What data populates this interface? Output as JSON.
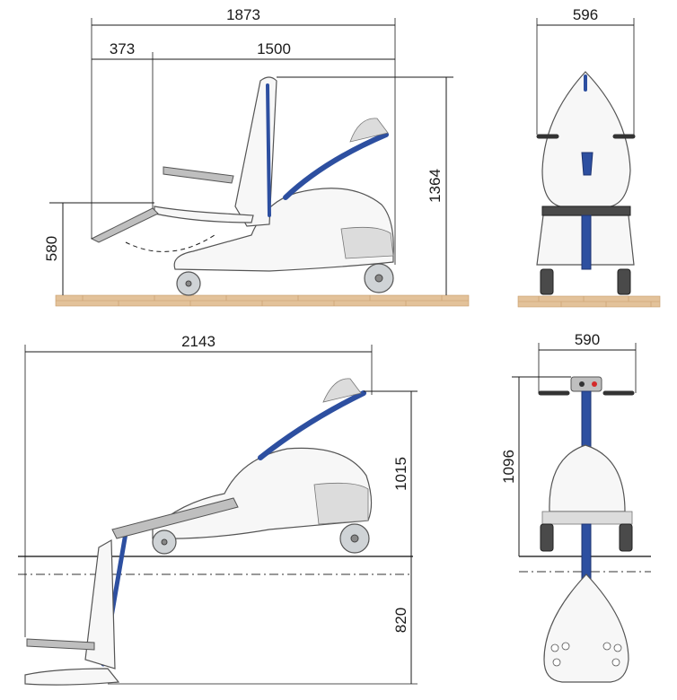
{
  "dimensions": {
    "side_total_length": "1873",
    "side_footrest_length": "373",
    "side_body_length": "1500",
    "side_height": "1364",
    "side_seat_height": "580",
    "front_width": "596",
    "lowered_total_length": "2143",
    "lowered_height_above": "1015",
    "lowered_depth_below": "820",
    "top_width": "590",
    "top_length": "1096"
  },
  "colors": {
    "frame_blue": "#2d4fa0",
    "body_white": "#f7f7f7",
    "floor_tile": "#e3c29a",
    "wheel_grey": "#cfd3d6"
  }
}
